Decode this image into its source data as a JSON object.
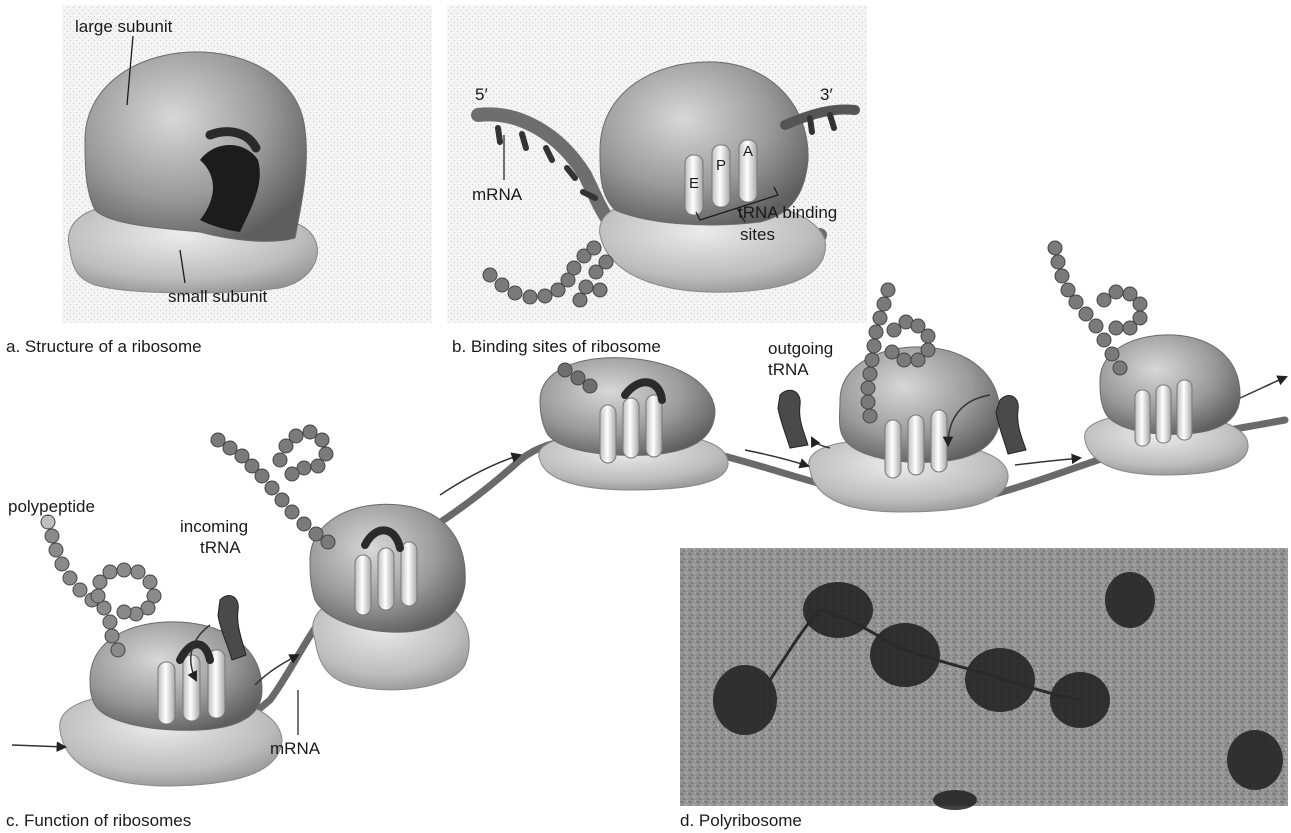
{
  "panel_a": {
    "caption": "a. Structure of a ribosome",
    "large_subunit_label": "large subunit",
    "small_subunit_label": "small subunit"
  },
  "panel_b": {
    "caption": "b. Binding sites of ribosome",
    "five_prime": "5′",
    "three_prime": "3′",
    "mrna_label": "mRNA",
    "site_e": "E",
    "site_p": "P",
    "site_a": "A",
    "binding_label_line1": "tRNA binding",
    "binding_label_line2": "sites"
  },
  "panel_c": {
    "caption": "c. Function of ribosomes",
    "polypeptide_label": "polypeptide",
    "incoming_line1": "incoming",
    "incoming_line2": "tRNA",
    "outgoing_line1": "outgoing",
    "outgoing_line2": "tRNA",
    "mrna_label": "mRNA"
  },
  "panel_d": {
    "caption": "d. Polyribosome"
  }
}
